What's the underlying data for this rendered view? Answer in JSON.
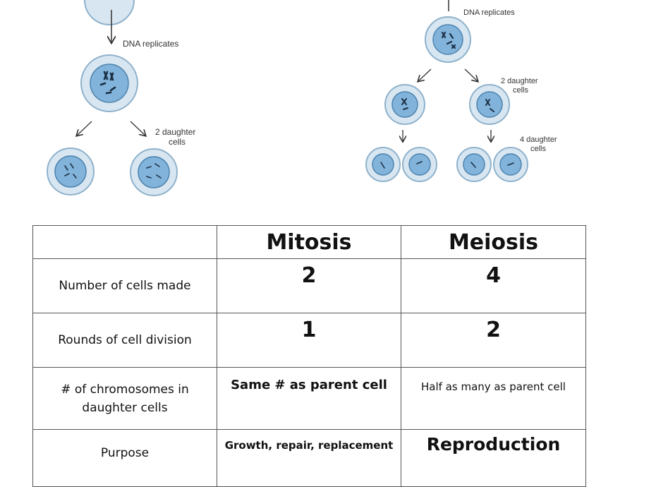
{
  "diagram": {
    "mitosis_side": {
      "step_label": "DNA replicates",
      "daughter_label_line1": "2 daughter",
      "daughter_label_line2": "cells"
    },
    "meiosis_side": {
      "step_label": "DNA replicates",
      "first_division_label_line1": "2 daughter",
      "first_division_label_line2": "cells",
      "second_division_label_line1": "4 daughter",
      "second_division_label_line2": "cells"
    },
    "colors": {
      "cell_outer": "#d7e6f1",
      "cell_outer_stroke": "#8fb2cc",
      "nucleus": "#82b4db",
      "nucleus_stroke": "#4d82ad",
      "chromosome": "#1c2f44",
      "arrow": "#333333"
    }
  },
  "table": {
    "headers": [
      "",
      "Mitosis",
      "Meiosis"
    ],
    "rows": [
      {
        "label": "Number of cells made",
        "mitosis": "2",
        "meiosis": "4"
      },
      {
        "label": "Rounds of cell division",
        "mitosis": "1",
        "meiosis": "2"
      },
      {
        "label_line1": "# of chromosomes in",
        "label_line2": "daughter cells",
        "mitosis": "Same # as parent cell",
        "meiosis": "Half as many as parent cell"
      },
      {
        "label": "Purpose",
        "mitosis": "Growth, repair, replacement",
        "meiosis": "Reproduction"
      }
    ]
  }
}
